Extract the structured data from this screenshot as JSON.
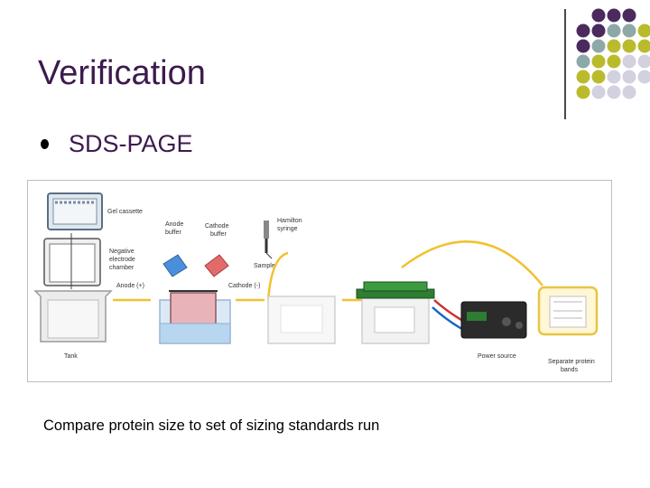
{
  "slide": {
    "title": "Verification",
    "bullet": "SDS-PAGE",
    "caption": "Compare protein size to set of sizing standards run"
  },
  "figure": {
    "labels": {
      "gel_cassette": "Gel cassette",
      "anode_buffer_1": "Anode",
      "anode_buffer_2": "buffer",
      "cathode_buffer_1": "Cathode",
      "cathode_buffer_2": "buffer",
      "hamilton_1": "Hamilton",
      "hamilton_2": "syringe",
      "sample": "Sample",
      "neg_1": "Negative",
      "neg_2": "electrode",
      "neg_3": "chamber",
      "anode": "Anode (+)",
      "cathode": "Cathode (-)",
      "tank": "Tank",
      "power_source": "Power source",
      "bands_1": "Separate protein",
      "bands_2": "bands"
    }
  },
  "colors": {
    "title": "#3d1a4e",
    "dot_purple": "#4b2a5e",
    "dot_teal": "#8ea8a8",
    "dot_olive": "#b9bb2d",
    "dot_lavender": "#d3d1df"
  }
}
